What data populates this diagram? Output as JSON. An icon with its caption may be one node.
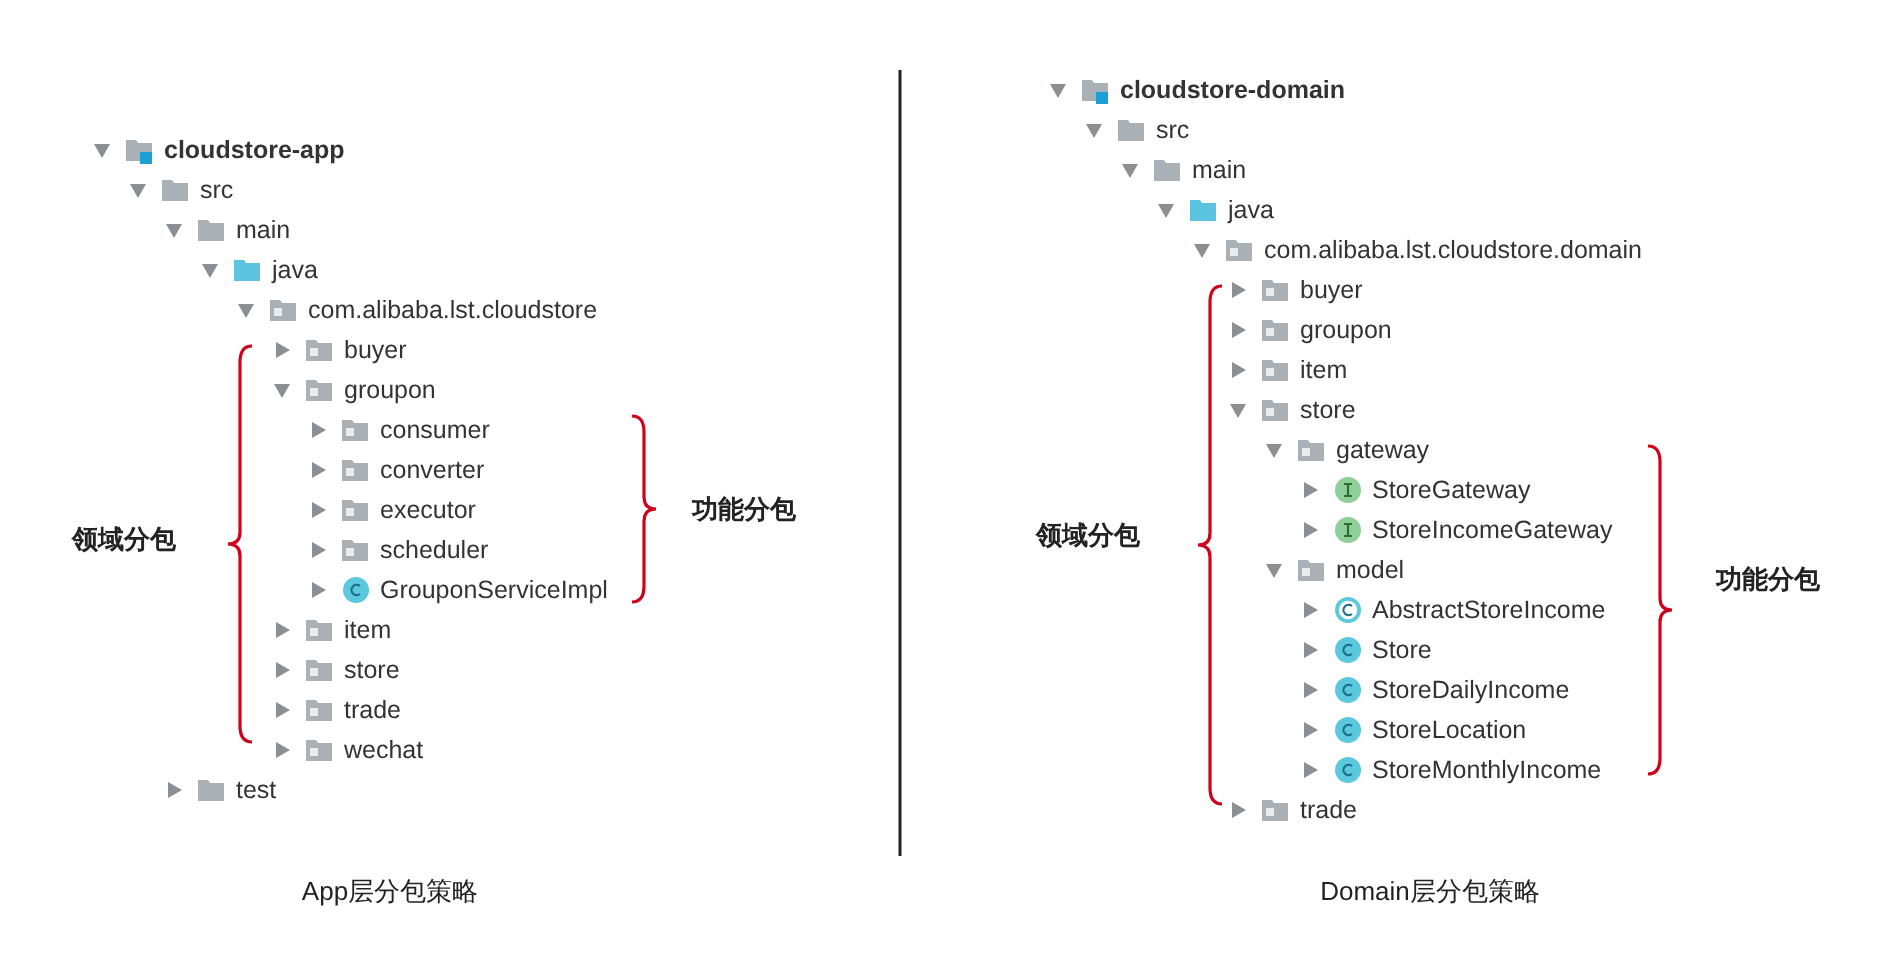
{
  "diagram": {
    "labels": [
      "cloudstore-app",
      "src",
      "main",
      "java",
      "com.alibaba.lst.cloudstore",
      "buyer",
      "groupon",
      "consumer",
      "converter",
      "executor",
      "scheduler",
      "GrouponServiceImpl",
      "item",
      "store",
      "trade",
      "wechat",
      "test",
      "领域分包",
      "功能分包",
      "App层分包策略",
      "cloudstore-domain",
      "src",
      "main",
      "java",
      "com.alibaba.lst.cloudstore.domain",
      "buyer",
      "groupon",
      "item",
      "store",
      "gateway",
      "StoreGateway",
      "StoreIncomeGateway",
      "model",
      "AbstractStoreIncome",
      "Store",
      "StoreDailyIncome",
      "StoreLocation",
      "StoreMonthlyIncome",
      "trade",
      "领域分包",
      "功能分包",
      "Domain层分包策略"
    ]
  }
}
